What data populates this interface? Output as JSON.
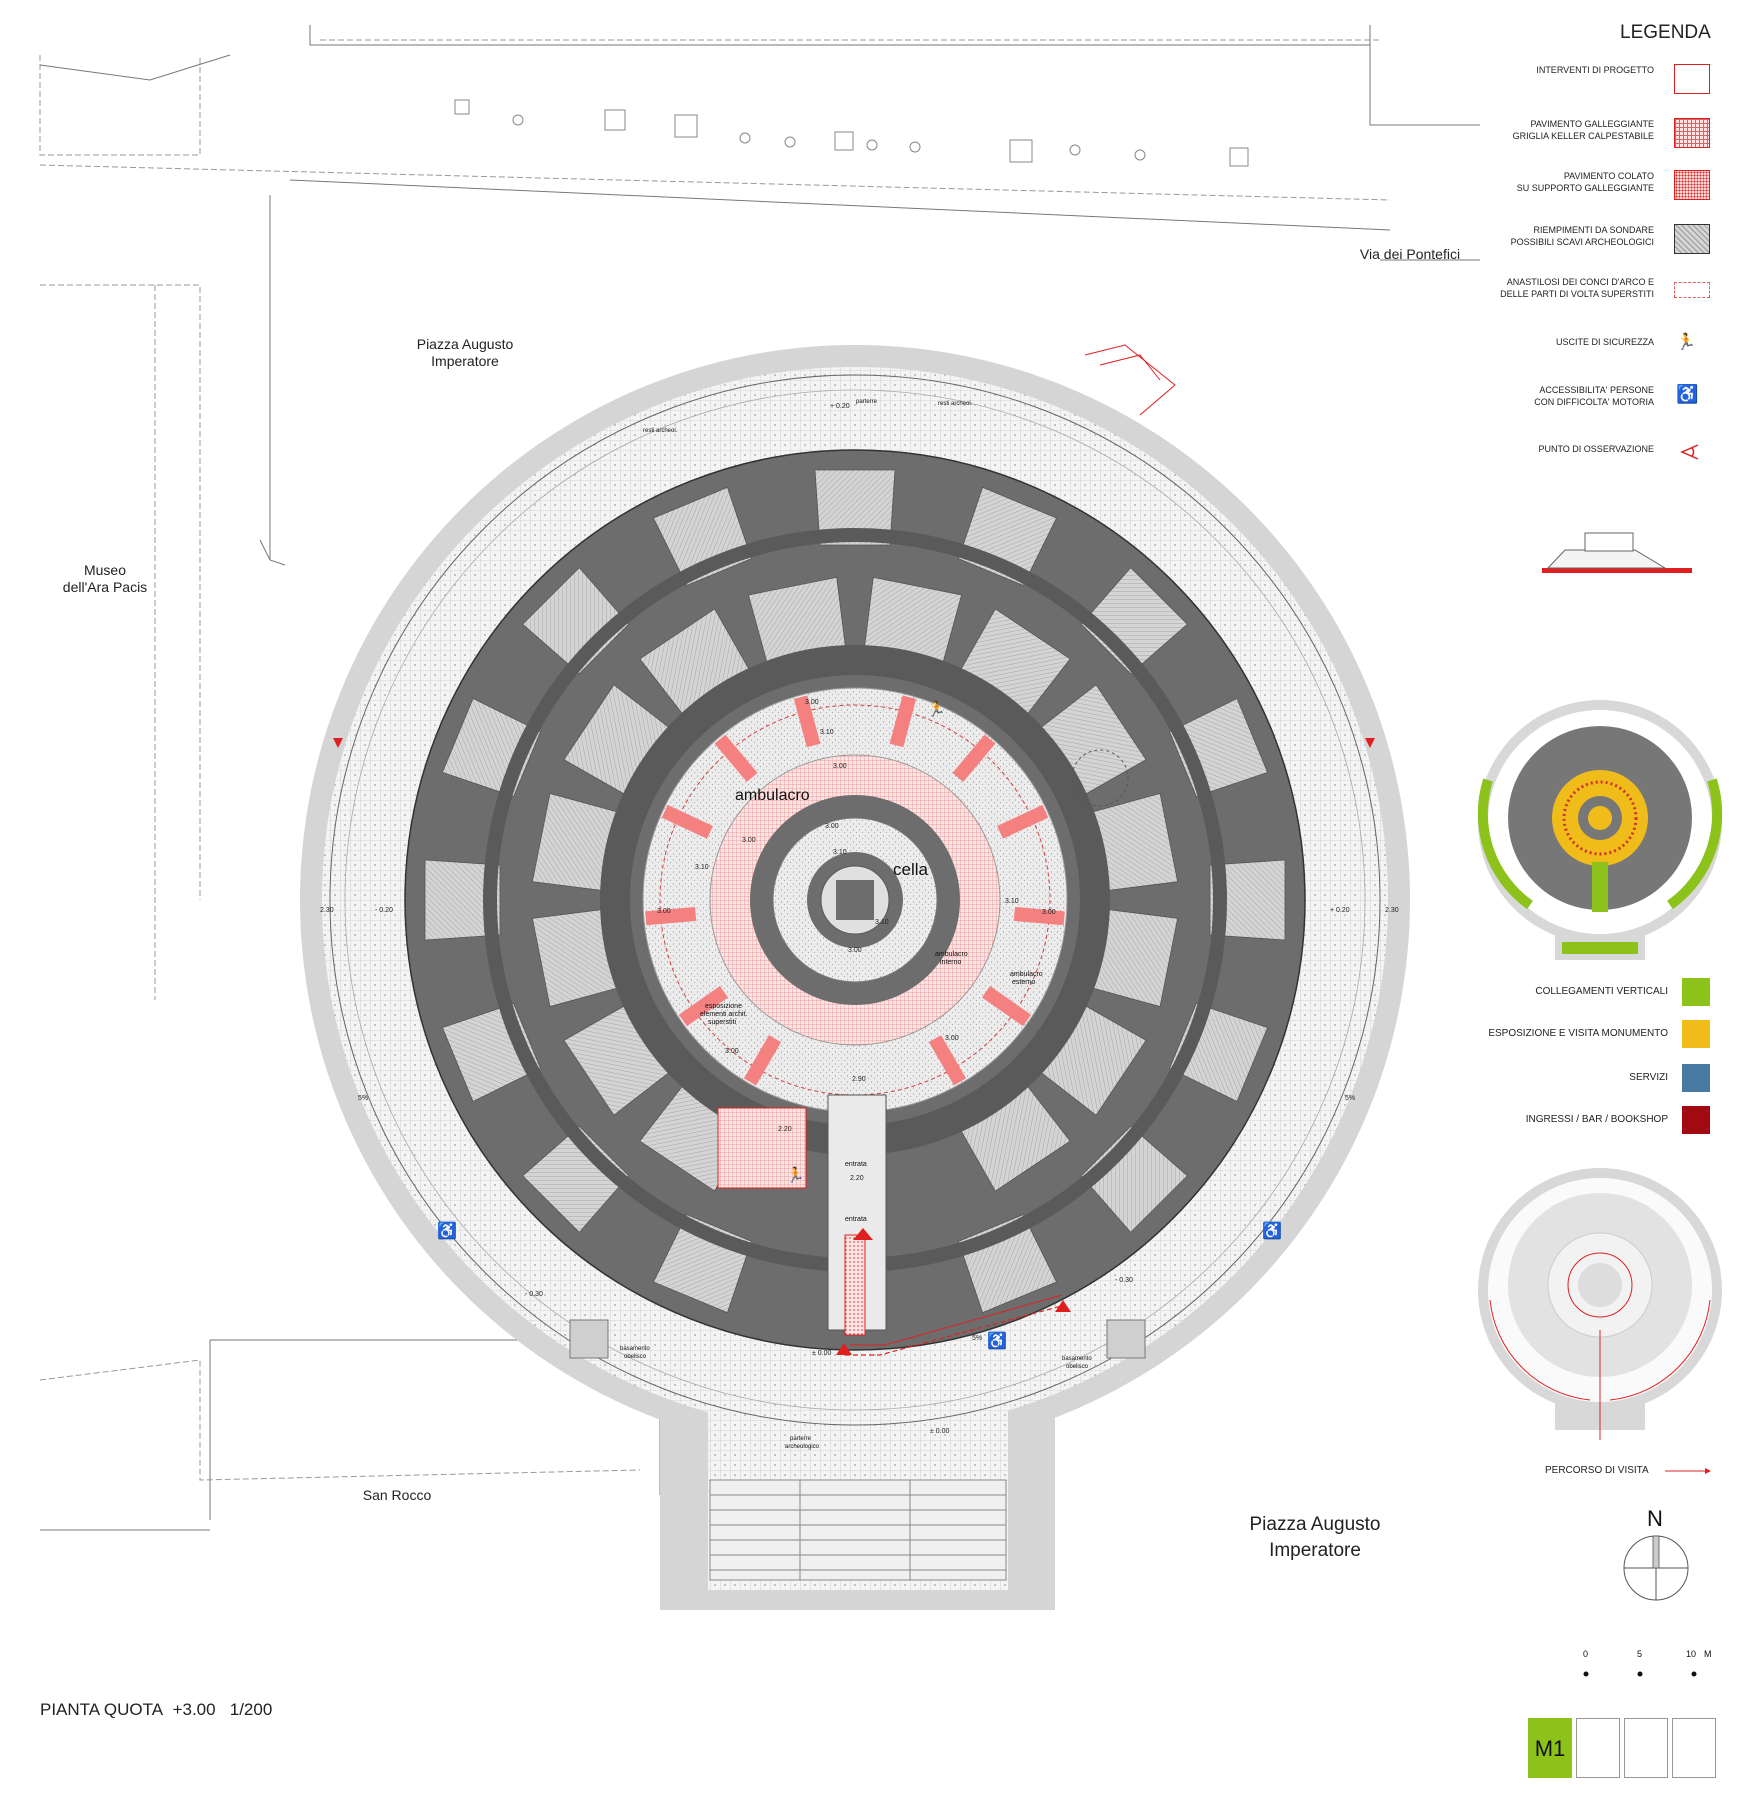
{
  "legend": {
    "title": "LEGENDA",
    "items": [
      {
        "line1": "INTERVENTI DI PROGETTO",
        "line2": ""
      },
      {
        "line1": "PAVIMENTO GALLEGGIANTE",
        "line2": "GRIGLIA KELLER CALPESTABILE"
      },
      {
        "line1": "PAVIMENTO COLATO",
        "line2": "SU SUPPORTO GALLEGGIANTE"
      },
      {
        "line1": "RIEMPIMENTI DA SONDARE",
        "line2": "POSSIBILI SCAVI ARCHEOLOGICI"
      },
      {
        "line1": "ANASTILOSI DEI CONCI D'ARCO E",
        "line2": "DELLE PARTI DI VOLTA SUPERSTITI"
      },
      {
        "line1": "USCITE DI SICUREZZA",
        "line2": ""
      },
      {
        "line1": "ACCESSIBILITA' PERSONE",
        "line2": "CON DIFFICOLTA' MOTORIA"
      },
      {
        "line1": "PUNTO DI OSSERVAZIONE",
        "line2": ""
      }
    ]
  },
  "categories": [
    {
      "label": "COLLEGAMENTI VERTICALI",
      "color": "#8cc21a"
    },
    {
      "label": "ESPOSIZIONE E VISITA MONUMENTO",
      "color": "#f0bc1a"
    },
    {
      "label": "SERVIZI",
      "color": "#4a7aa0"
    },
    {
      "label": "INGRESSI / BAR / BOOKSHOP",
      "color": "#a00a10"
    }
  ],
  "route_label": "PERCORSO DI VISITA",
  "places": {
    "via": "Via dei Pontefici",
    "piazza_top_1": "Piazza Augusto",
    "piazza_top_2": "Imperatore",
    "museo_1": "Museo",
    "museo_2": "dell'Ara Pacis",
    "san_rocco": "San Rocco",
    "piazza_bottom_1": "Piazza Augusto",
    "piazza_bottom_2": "Imperatore"
  },
  "plan_labels": {
    "ambulacro": "ambulacro",
    "cella": "cella",
    "ambulacro_interno_1": "ambulacro",
    "ambulacro_interno_2": "interno",
    "ambulacro_esterno_1": "ambulacro",
    "ambulacro_esterno_2": "esterno",
    "esposizione_1": "esposizione",
    "esposizione_2": "elementi archit.",
    "esposizione_3": "superstiti",
    "entrata_1": "entrata",
    "entrata_2": "entrata",
    "resti_1": "resti archeol.",
    "resti_2": "resti archeol.",
    "parterre": "parterre",
    "basamento_l_1": "basamento",
    "basamento_l_2": "obelisco",
    "basamento_r_1": "basamento",
    "basamento_r_2": "obelisco",
    "parterre_arch_1": "parterre",
    "parterre_arch_2": "archeologico"
  },
  "dimensions": {
    "d300": "3.00",
    "d310": "3.10",
    "d290": "2.90",
    "d220": "2.20",
    "d230": "2.30",
    "plus020": "+ 0.20",
    "minus020": "- 0.20",
    "minus030": "- 0.30",
    "zero": "± 0.00",
    "slope": "5%"
  },
  "compass": {
    "label": "N"
  },
  "scale": {
    "t0": "0",
    "t5": "5",
    "t10": "10",
    "unit": "M"
  },
  "footer": {
    "title": "PIANTA QUOTA",
    "level": "+3.00",
    "ratio": "1/200"
  },
  "sheet": {
    "label": "M1",
    "color": "#8cc21a"
  }
}
